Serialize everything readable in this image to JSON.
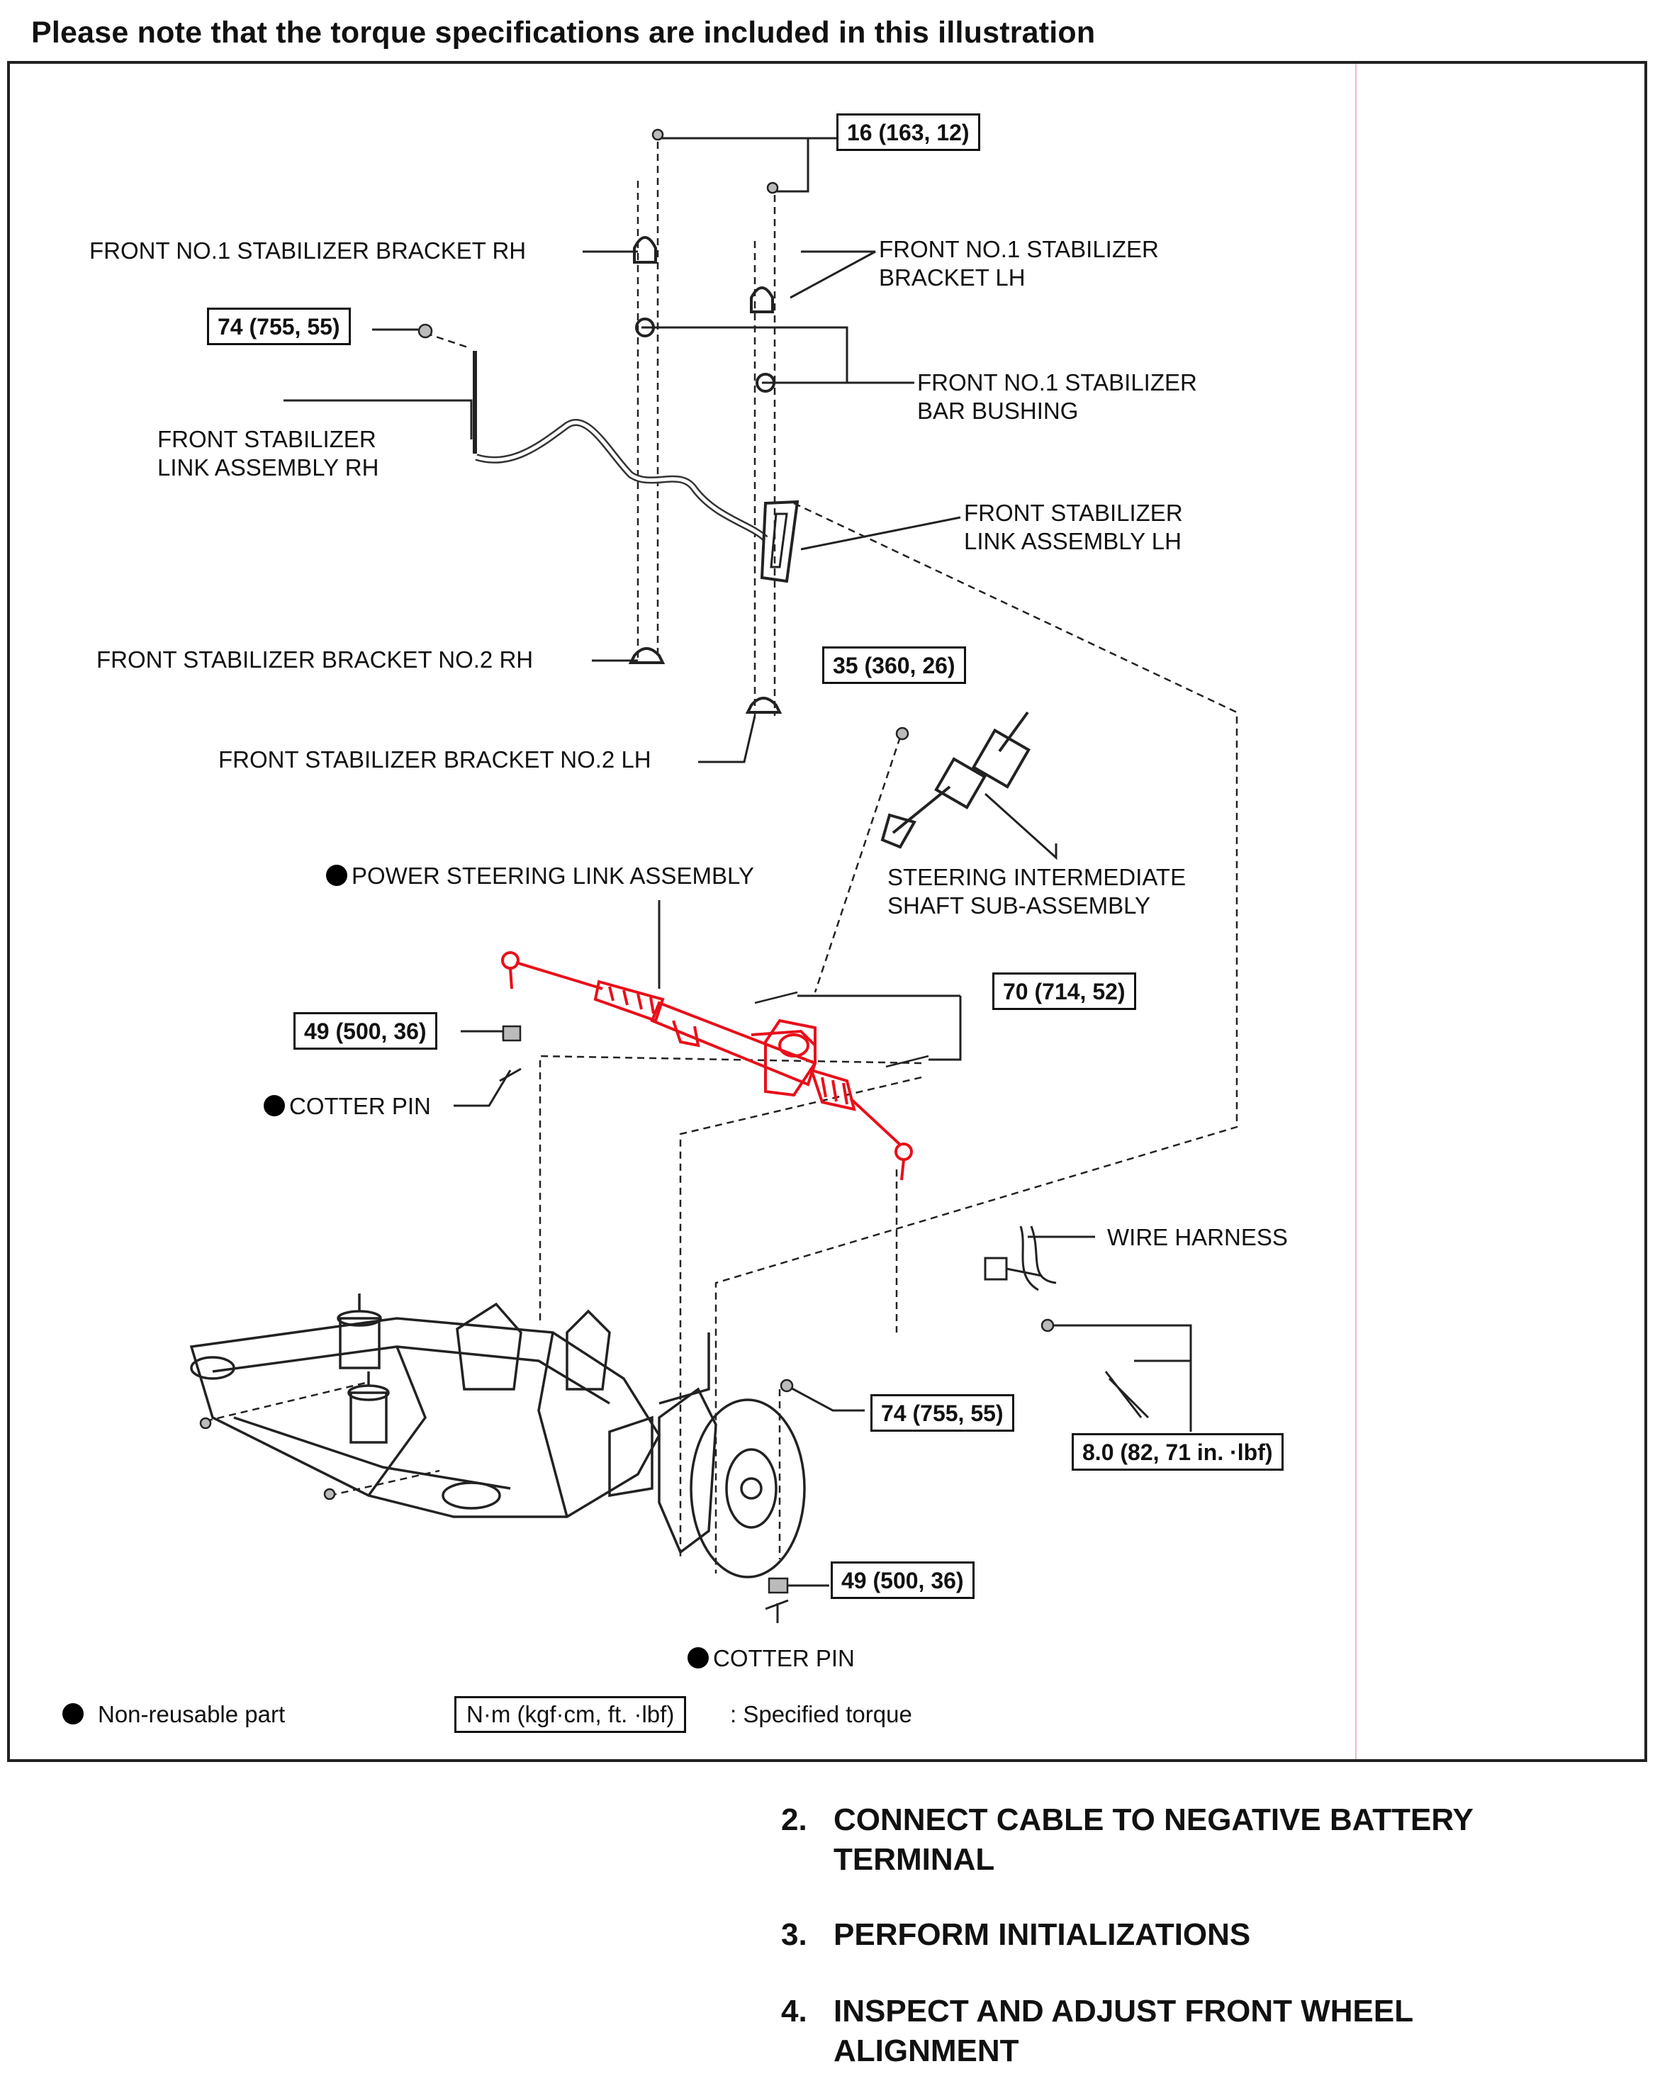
{
  "header": {
    "note": "Please note that the torque specifications are included in this illustration"
  },
  "torque_labels": [
    "16 (163, 12)",
    "74 (755, 55)",
    "35 (360, 26)",
    "70 (714, 52)",
    "49 (500, 36)",
    "74 (755, 55)",
    "8.0 (82, 71 in. ·lbf)",
    "49 (500, 36)"
  ],
  "part_labels": {
    "bracket_rh_1": "FRONT NO.1 STABILIZER BRACKET RH",
    "bracket_lh_1_a": "FRONT NO.1 STABILIZER",
    "bracket_lh_1_b": "BRACKET LH",
    "bushing_a": "FRONT NO.1 STABILIZER",
    "bushing_b": "BAR BUSHING",
    "link_rh_a": "FRONT STABILIZER",
    "link_rh_b": "LINK ASSEMBLY RH",
    "link_lh_a": "FRONT STABILIZER",
    "link_lh_b": "LINK ASSEMBLY LH",
    "bracket_no2_rh": "FRONT STABILIZER BRACKET NO.2 RH",
    "bracket_no2_lh": "FRONT STABILIZER BRACKET NO.2 LH",
    "power_steering": "POWER STEERING LINK ASSEMBLY",
    "shaft_a": "STEERING INTERMEDIATE",
    "shaft_b": "SHAFT SUB-ASSEMBLY",
    "cotter_pin_1": "COTTER PIN",
    "wire_harness": "WIRE HARNESS",
    "cotter_pin_2": "COTTER PIN"
  },
  "legend": {
    "non_reusable": "Non-reusable part",
    "torque_unit": "N·m (kgf·cm, ft. ·lbf)",
    "torque_desc": ": Specified torque"
  },
  "steps": [
    {
      "num": "2.",
      "line1": "CONNECT CABLE TO NEGATIVE BATTERY",
      "line2": "TERMINAL"
    },
    {
      "num": "3.",
      "line1": "PERFORM INITIALIZATIONS",
      "line2": ""
    },
    {
      "num": "4.",
      "line1": "INSPECT AND ADJUST FRONT WHEEL",
      "line2": "ALIGNMENT"
    }
  ],
  "colors": {
    "highlight": "#e8101a",
    "line": "#222222",
    "frame_divider": "#f0b8c4"
  }
}
